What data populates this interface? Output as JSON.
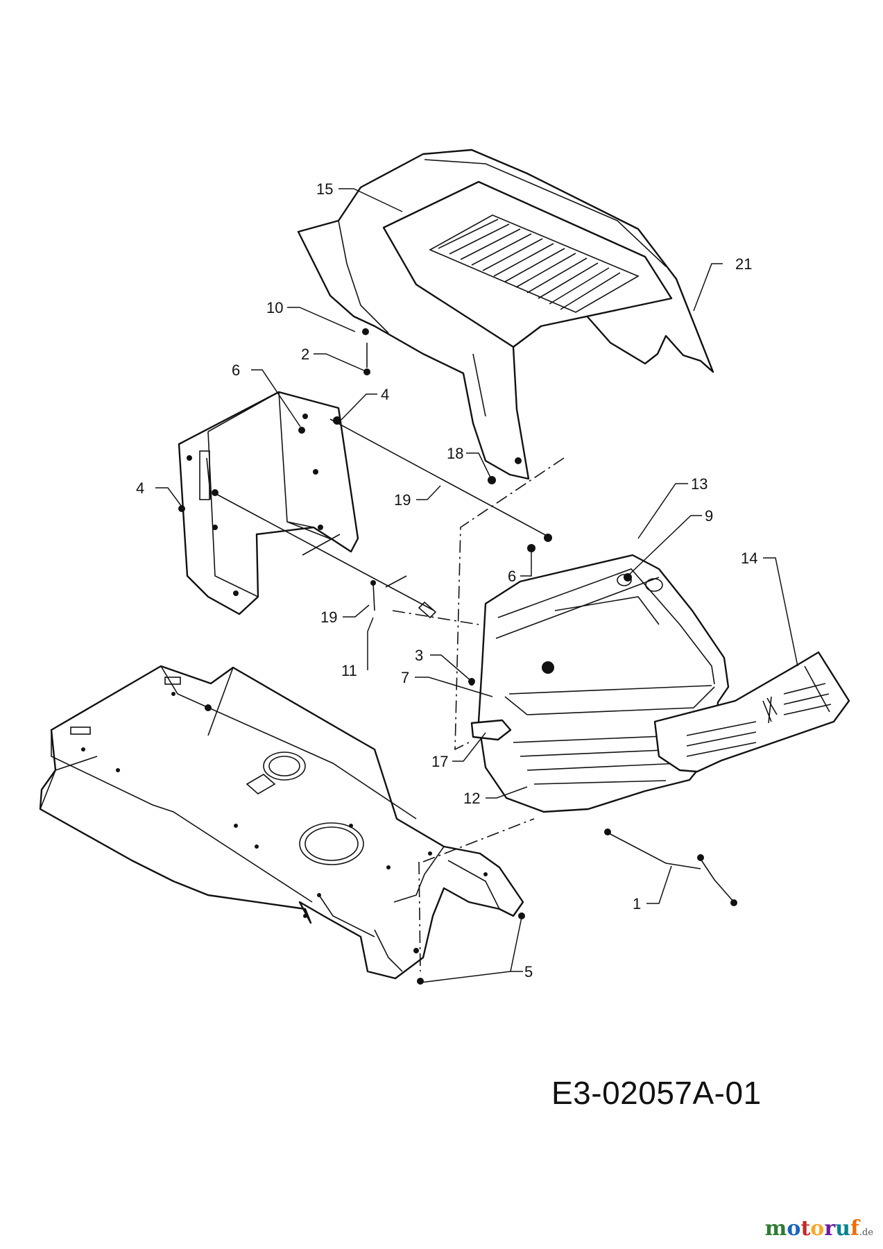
{
  "diagram": {
    "drawing_code": "E3-02057A-01",
    "watermark": {
      "brand_main": "motoruf",
      "brand_suffix": ".de"
    },
    "callouts": [
      {
        "id": "c15",
        "label": "15"
      },
      {
        "id": "c21",
        "label": "21"
      },
      {
        "id": "c10",
        "label": "10"
      },
      {
        "id": "c2",
        "label": "2"
      },
      {
        "id": "c6a",
        "label": "6"
      },
      {
        "id": "c4a",
        "label": "4"
      },
      {
        "id": "c4b",
        "label": "4"
      },
      {
        "id": "c18",
        "label": "18"
      },
      {
        "id": "c19a",
        "label": "19"
      },
      {
        "id": "c13",
        "label": "13"
      },
      {
        "id": "c9",
        "label": "9"
      },
      {
        "id": "c6b",
        "label": "6"
      },
      {
        "id": "c14",
        "label": "14"
      },
      {
        "id": "c19b",
        "label": "19"
      },
      {
        "id": "c11",
        "label": "11"
      },
      {
        "id": "c3",
        "label": "3"
      },
      {
        "id": "c7",
        "label": "7"
      },
      {
        "id": "c17",
        "label": "17"
      },
      {
        "id": "c12",
        "label": "12"
      },
      {
        "id": "c1",
        "label": "1"
      },
      {
        "id": "c5",
        "label": "5"
      }
    ]
  },
  "colors": {
    "ink": "#111111",
    "paper": "#ffffff",
    "brand_letters": [
      "#2e7d32",
      "#1565c0",
      "#c62828",
      "#f9a825",
      "#6a1b9a",
      "#00838f",
      "#ef6c00"
    ]
  }
}
